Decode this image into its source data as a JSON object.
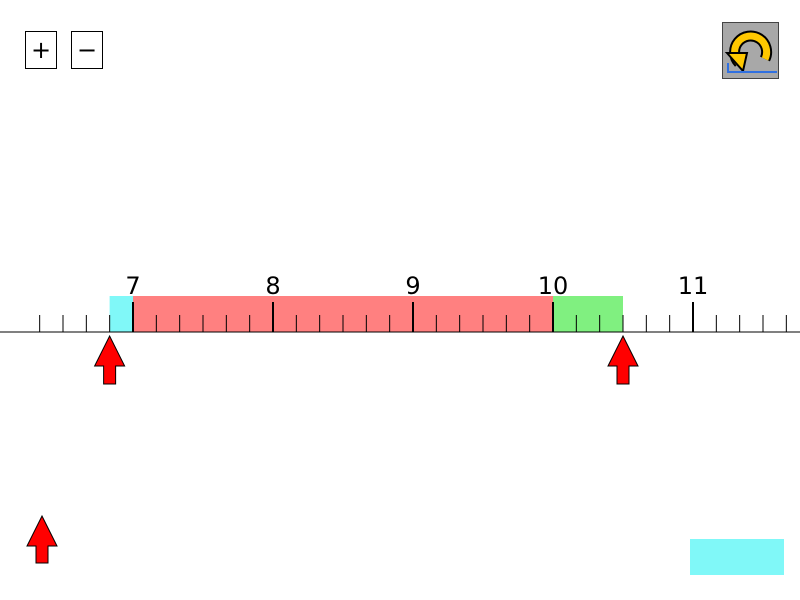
{
  "toolbar": {
    "zoom_in_label": "+",
    "zoom_out_label": "−"
  },
  "reset_button": {
    "icon": "undo-arrow-icon"
  },
  "number_line": {
    "range": [
      6.25,
      11.75
    ],
    "major_step": 1,
    "minor_step": 0.166667,
    "labels": [
      "7",
      "8",
      "9",
      "10",
      "11"
    ],
    "segments": [
      {
        "name": "cyan-segment",
        "from": 6.833,
        "to": 7.0,
        "color": "#80f8f8"
      },
      {
        "name": "red-segment",
        "from": 7.0,
        "to": 10.0,
        "color": "#ff8080"
      },
      {
        "name": "green-segment",
        "from": 10.0,
        "to": 10.5,
        "color": "#80f080"
      }
    ],
    "markers": [
      {
        "name": "start-marker",
        "value": 6.833
      },
      {
        "name": "end-marker",
        "value": 10.5
      }
    ]
  },
  "colors": {
    "marker": "#ff0000",
    "answer_box": "#80f8f8",
    "reset_bg": "#a8a8a8",
    "reset_arrow": "#ffc800"
  }
}
